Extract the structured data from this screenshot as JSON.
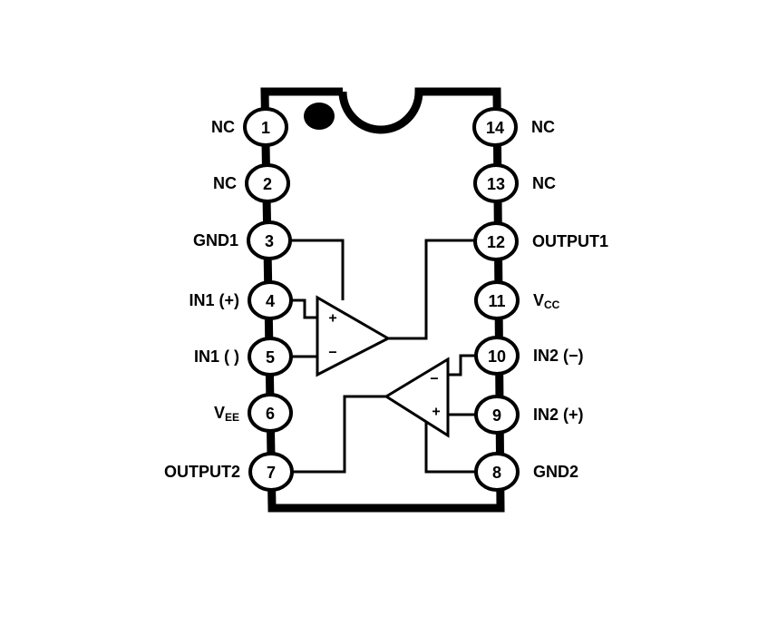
{
  "left_pins": [
    {
      "num": "1",
      "label": "NC"
    },
    {
      "num": "2",
      "label": "NC"
    },
    {
      "num": "3",
      "label": "GND1"
    },
    {
      "num": "4",
      "label": "IN1 (+)"
    },
    {
      "num": "5",
      "label": "IN1 ( )"
    },
    {
      "num": "6",
      "label": "V",
      "sub": "EE"
    },
    {
      "num": "7",
      "label": "OUTPUT2"
    }
  ],
  "right_pins": [
    {
      "num": "14",
      "label": "NC"
    },
    {
      "num": "13",
      "label": "NC"
    },
    {
      "num": "12",
      "label": "OUTPUT1"
    },
    {
      "num": "11",
      "label": "V",
      "sub": "CC"
    },
    {
      "num": "10",
      "label": "IN2 (−)"
    },
    {
      "num": "9",
      "label": "IN2 (+)"
    },
    {
      "num": "8",
      "label": "GND2"
    }
  ],
  "opamp1": {
    "plus": "+",
    "minus": "−"
  },
  "opamp2": {
    "plus": "+",
    "minus": "−"
  }
}
